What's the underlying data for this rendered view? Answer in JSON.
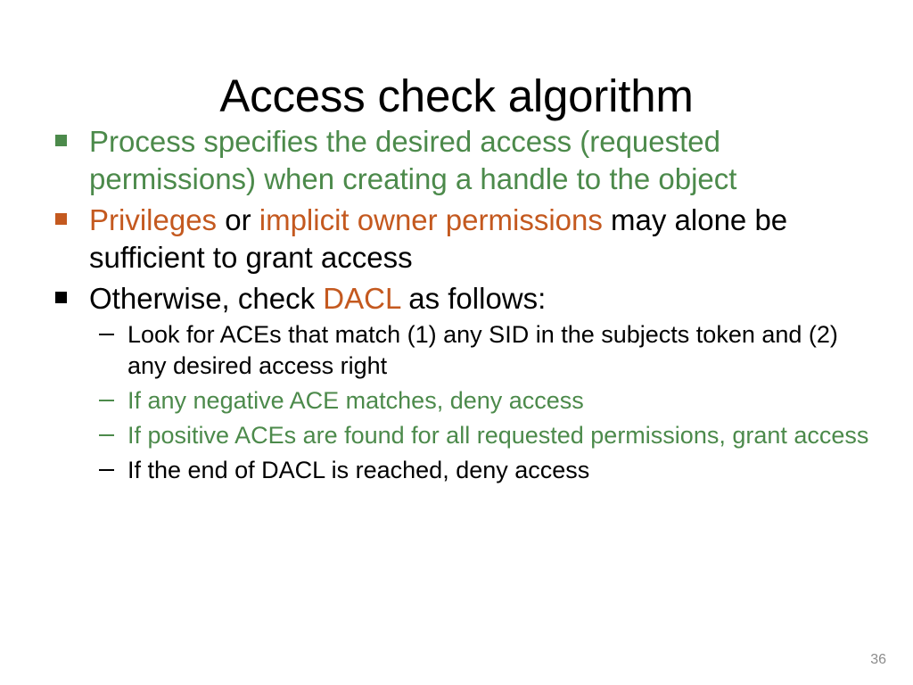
{
  "slide": {
    "title": "Access check algorithm",
    "page_number": "36",
    "colors": {
      "green": "#4c8a4b",
      "orange": "#c4591f",
      "black": "#000000",
      "page_number_gray": "#8c8c8c",
      "background": "#ffffff"
    }
  },
  "bullets": [
    {
      "level": 1,
      "marker": "square-bullet",
      "marker_color": "#4c8a4b",
      "runs": [
        {
          "text": "Process specifies the desired access (requested permissions) when creating a handle to the object",
          "color": "green"
        }
      ]
    },
    {
      "level": 1,
      "marker": "square-bullet",
      "marker_color": "#c4591f",
      "runs": [
        {
          "text": "Privileges",
          "color": "orange"
        },
        {
          "text": " or ",
          "color": "black"
        },
        {
          "text": "implicit owner permissions",
          "color": "orange"
        },
        {
          "text": " may alone be sufficient to grant access",
          "color": "black"
        }
      ]
    },
    {
      "level": 1,
      "marker": "square-bullet",
      "marker_color": "#000000",
      "runs": [
        {
          "text": "Otherwise, check ",
          "color": "black"
        },
        {
          "text": "DACL",
          "color": "orange"
        },
        {
          "text": " as follows:",
          "color": "black"
        }
      ]
    },
    {
      "level": 2,
      "marker": "dash-bullet",
      "marker_color": "#000000",
      "runs": [
        {
          "text": "Look for ACEs that match (1) any SID in the subjects token and (2) any desired access right",
          "color": "black"
        }
      ]
    },
    {
      "level": 2,
      "marker": "dash-bullet",
      "marker_color": "#4c8a4b",
      "runs": [
        {
          "text": "If any negative ACE matches, deny access",
          "color": "green"
        }
      ]
    },
    {
      "level": 2,
      "marker": "dash-bullet",
      "marker_color": "#4c8a4b",
      "runs": [
        {
          "text": "If positive ACEs are found for all requested permissions, grant access",
          "color": "green"
        }
      ]
    },
    {
      "level": 2,
      "marker": "dash-bullet",
      "marker_color": "#000000",
      "runs": [
        {
          "text": "If the end of DACL is reached, deny access",
          "color": "black"
        }
      ]
    }
  ]
}
